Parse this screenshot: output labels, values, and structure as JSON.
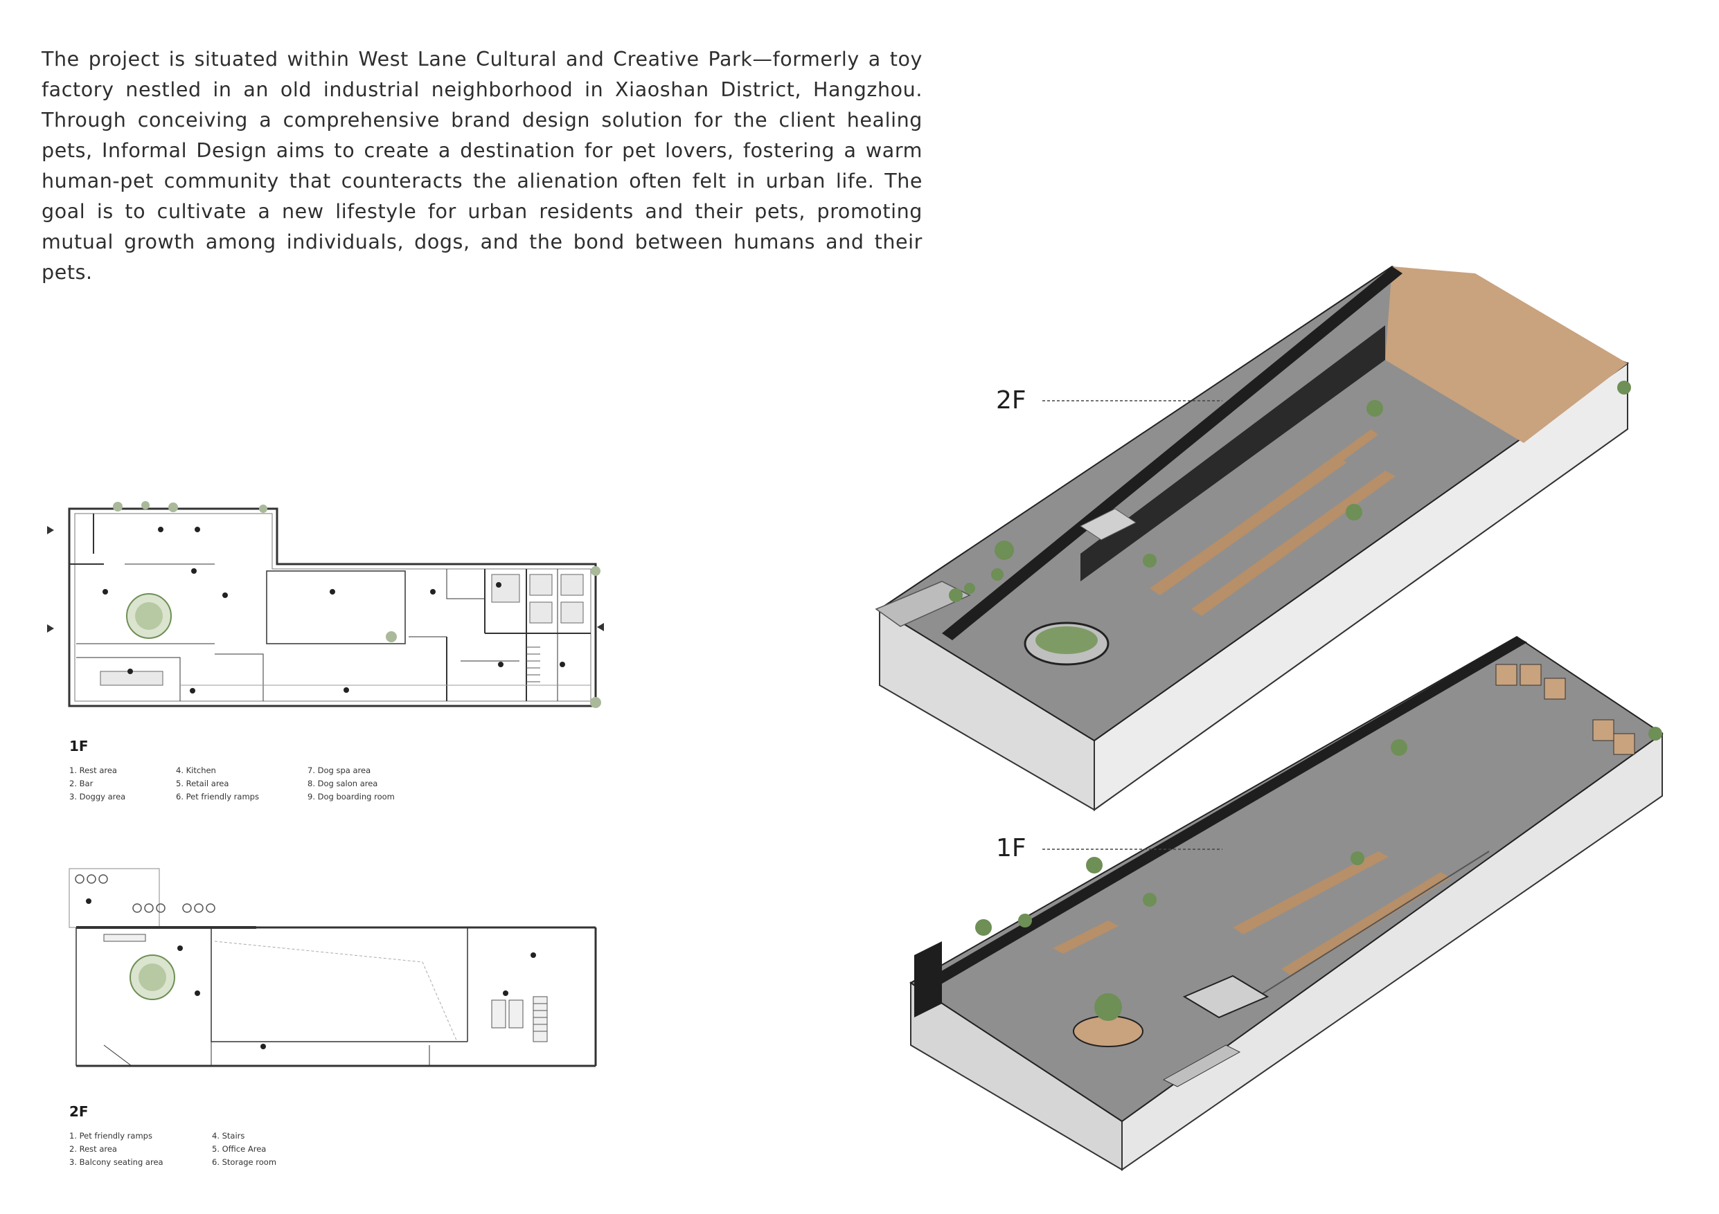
{
  "intro": {
    "text": "The project is situated within West Lane Cultural and Creative Park—formerly a toy factory nestled in an old industrial neighborhood in Xiaoshan District, Hangzhou. Through conceiving a comprehensive brand design solution for the client healing pets, Informal Design aims to create a destination for pet lovers, fostering a warm human-pet community that counteracts the alienation often felt in urban life. The goal is to cultivate a new lifestyle for urban residents and their pets, promoting mutual growth among individuals, dogs, and the bond between humans and their pets."
  },
  "plan_1f": {
    "title": "1F",
    "legend": [
      "1. Rest area",
      "2. Bar",
      "3. Doggy area",
      "4. Kitchen",
      "5. Retail area",
      "6. Pet friendly ramps",
      "7. Dog spa area",
      "8. Dog salon area",
      "9. Dog boarding room"
    ]
  },
  "plan_2f": {
    "title": "2F",
    "legend": [
      "1. Pet friendly ramps",
      "2. Rest area",
      "3. Balcony seating area",
      "4. Stairs",
      "5. Office Area",
      "6. Storage room"
    ]
  },
  "axonometric": {
    "label_2f": "2F",
    "label_1f": "1F"
  },
  "colors": {
    "wall": "#1e1e1e",
    "floor_gray": "#8f8f8f",
    "wood": "#c9a27e",
    "wall_side": "#e8e8e8",
    "plant": "#6e8f55"
  }
}
